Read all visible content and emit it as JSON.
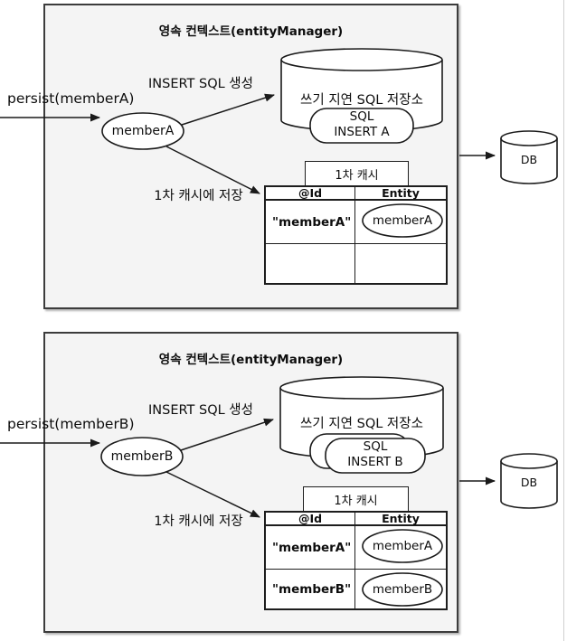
{
  "panels": [
    {
      "title": "영속 컨텍스트(entityManager)",
      "persist_label": "persist(memberA)",
      "insert_sql_label": "INSERT SQL 생성",
      "entity_name": "memberA",
      "storage_label": "쓰기 지연 SQL 저장소",
      "sql_box": {
        "line1": "SQL",
        "line2": "INSERT A"
      },
      "cache_label": "1차 캐시",
      "cache_save_label": "1차 캐시에 저장",
      "table": {
        "headers": [
          "@Id",
          "Entity"
        ],
        "rows": [
          {
            "id": "\"memberA\"",
            "entity": "memberA"
          },
          {
            "id": "",
            "entity": ""
          }
        ]
      },
      "db_label": "DB"
    },
    {
      "title": "영속 컨텍스트(entityManager)",
      "persist_label": "persist(memberB)",
      "insert_sql_label": "INSERT SQL 생성",
      "entity_name": "memberB",
      "storage_label": "쓰기 지연 SQL 저장소",
      "sql_box": {
        "line1": "SQL",
        "line2": "INSERT B"
      },
      "cache_label": "1차 캐시",
      "cache_save_label": "1차 캐시에 저장",
      "table": {
        "headers": [
          "@Id",
          "Entity"
        ],
        "rows": [
          {
            "id": "\"memberA\"",
            "entity": "memberA"
          },
          {
            "id": "\"memberB\"",
            "entity": "memberB"
          }
        ]
      },
      "db_label": "DB"
    }
  ]
}
